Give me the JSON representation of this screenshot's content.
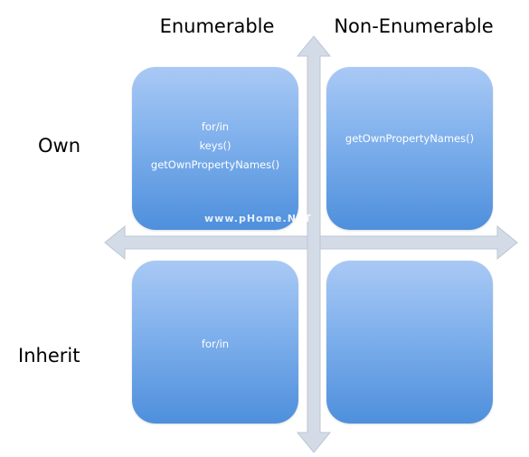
{
  "columns": {
    "enumerable": "Enumerable",
    "non_enumerable": "Non-Enumerable"
  },
  "rows": {
    "own": "Own",
    "inherit": "Inherit"
  },
  "quadrants": {
    "own_enumerable": [
      "for/in",
      "keys()",
      "getOwnPropertyNames()"
    ],
    "own_non_enumerable": [
      "getOwnPropertyNames()"
    ],
    "inherit_enumerable": [
      "for/in"
    ],
    "inherit_non_enumerable": []
  },
  "watermark": "www.pHome.NET",
  "colors": {
    "box_top": "#a9c9f5",
    "box_bottom": "#4e8fdc",
    "axis": "#d3dbe7",
    "box_text": "#ffffff"
  }
}
